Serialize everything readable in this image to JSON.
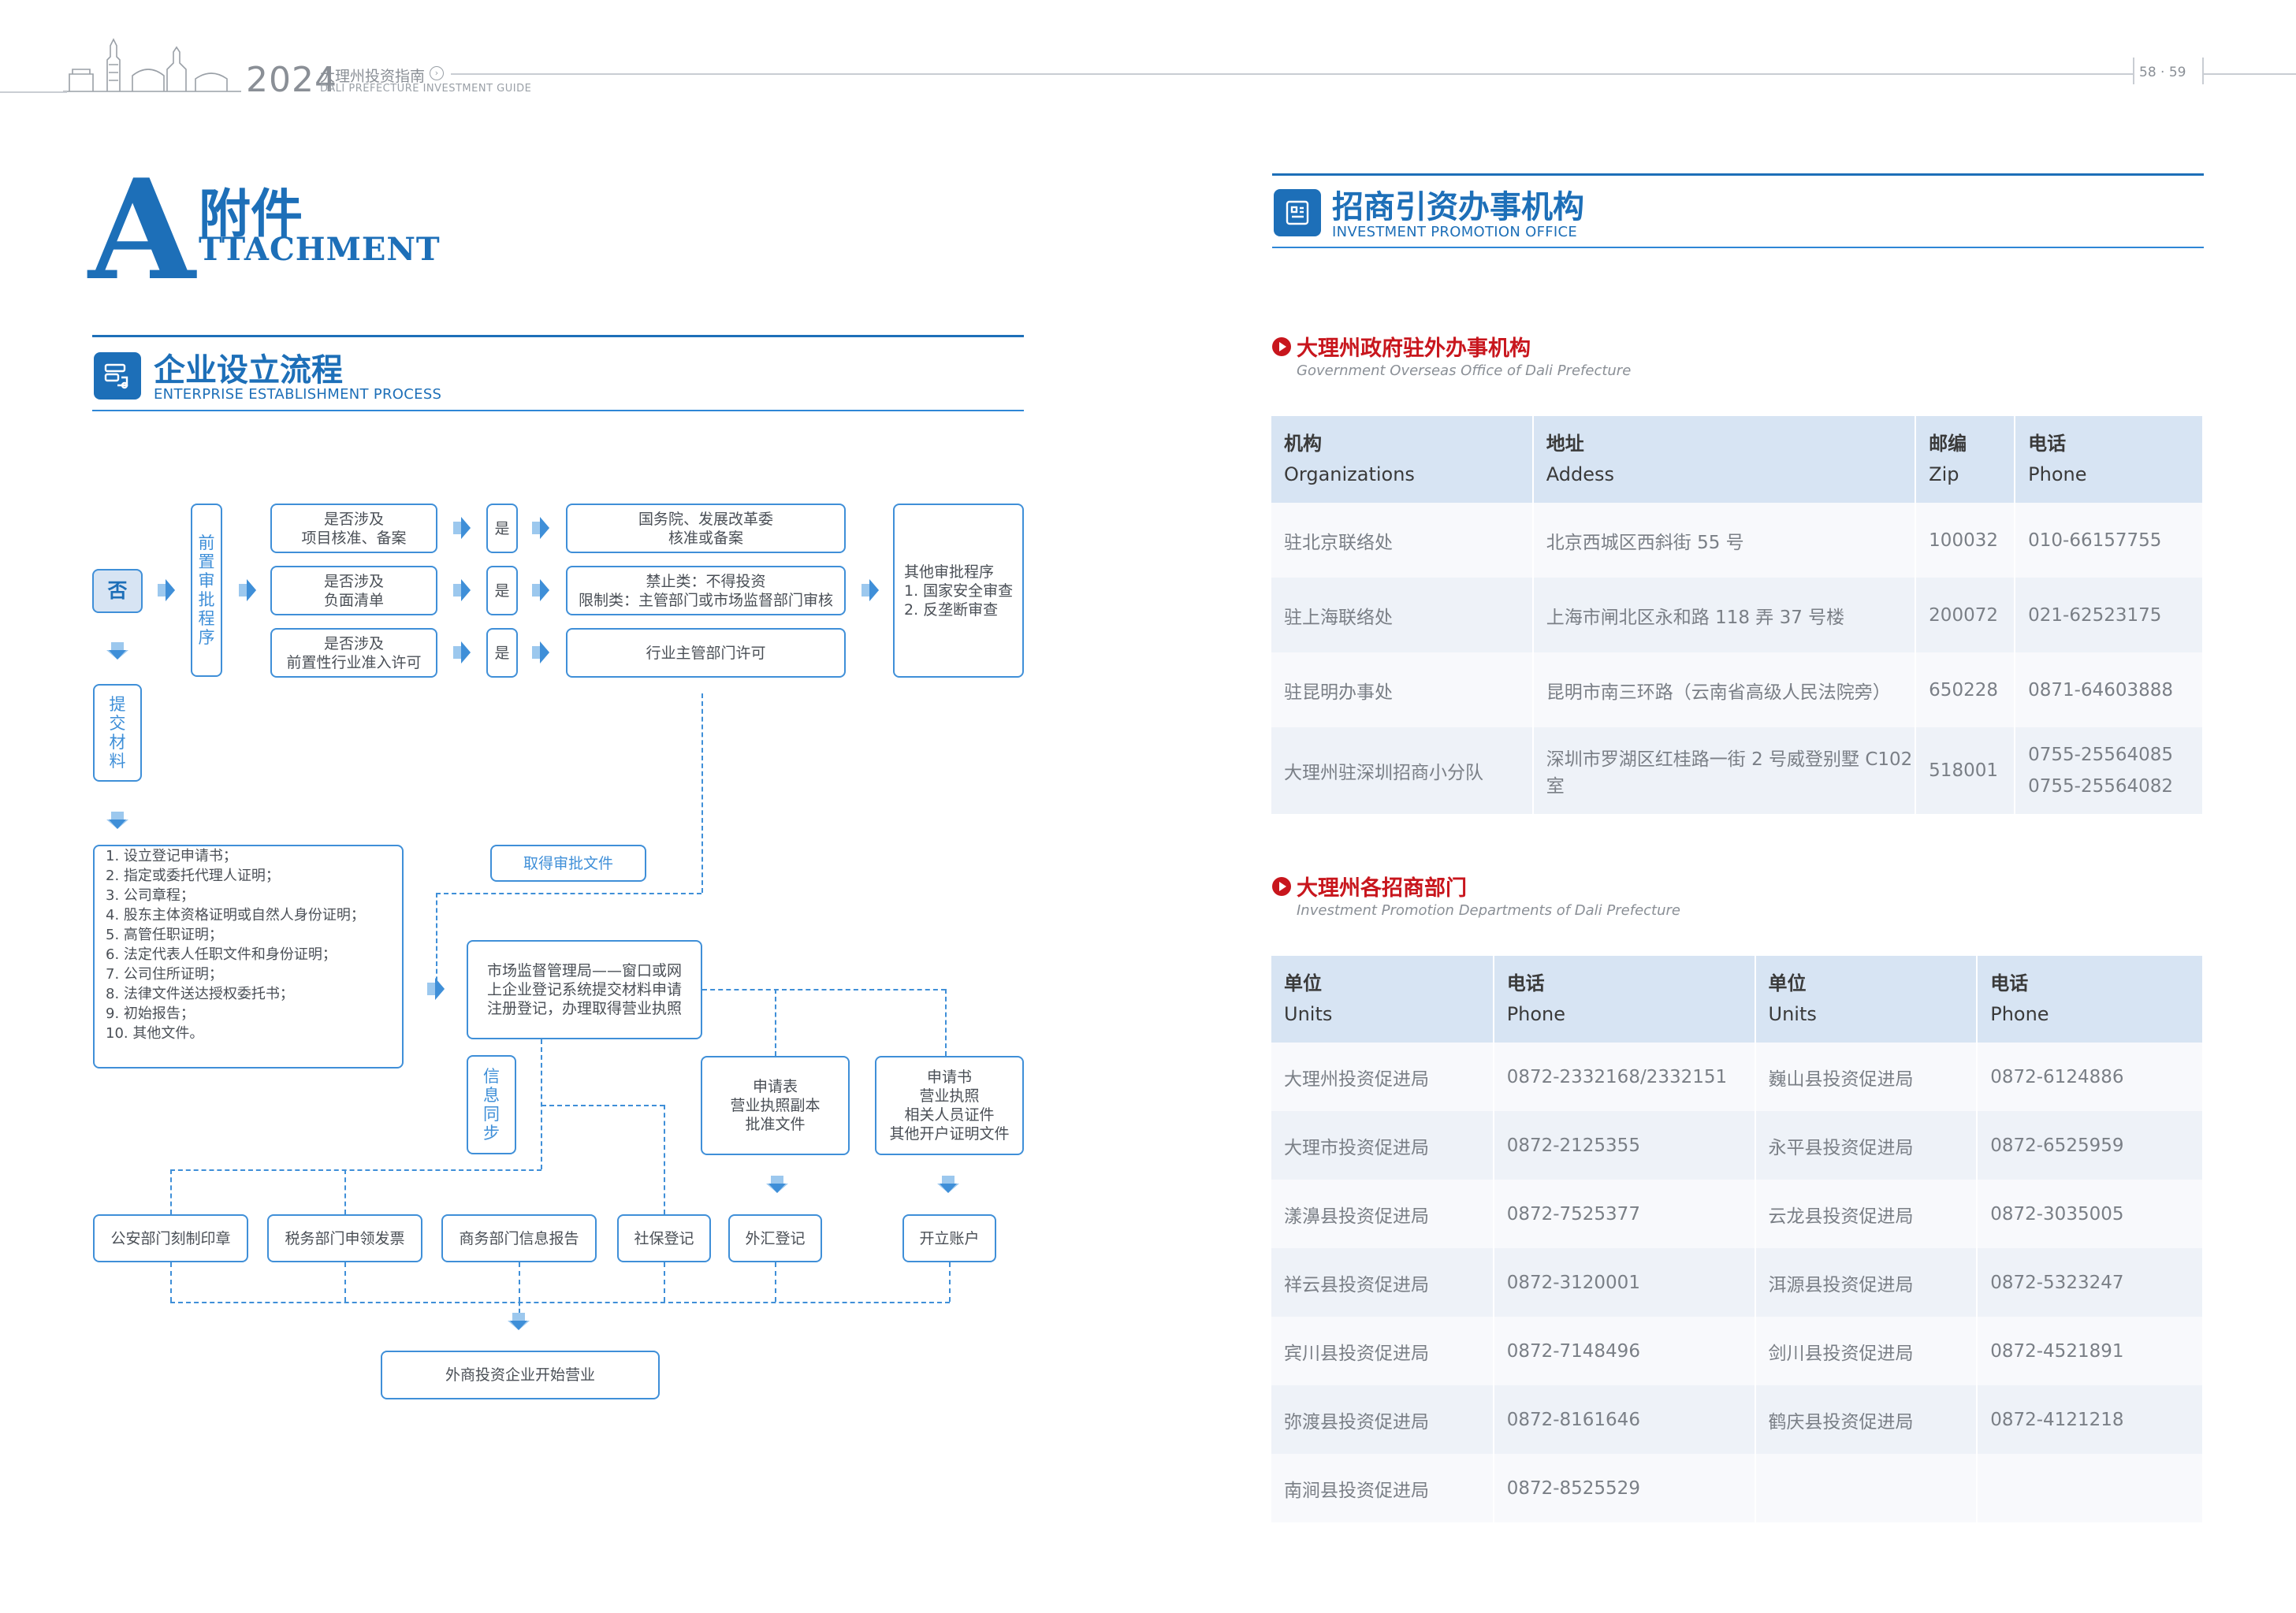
{
  "header": {
    "year": "2024",
    "guide_cn": "大理州投资指南",
    "guide_en": "DALI PREFECTURE INVESTMENT GUIDE",
    "page_numbers": "58 · 59"
  },
  "title": {
    "letter": "A",
    "cn": "附件",
    "en": "TTACHMENT"
  },
  "left_section": {
    "cn": "企业设立流程",
    "en": "ENTERPRISE ESTABLISHMENT PROCESS"
  },
  "flow": {
    "no": "否",
    "pre_approval": "前置审批程序",
    "submit": "提交材料",
    "involve_1": [
      "是否涉及",
      "项目核准、备案"
    ],
    "involve_2": [
      "是否涉及",
      "负面清单"
    ],
    "involve_3": [
      "是否涉及",
      "前置性行业准入许可"
    ],
    "yes": "是",
    "result_1": [
      "国务院、发展改革委",
      "核准或备案"
    ],
    "result_2": [
      "禁止类：不得投资",
      "限制类：主管部门或市场监督部门审核"
    ],
    "result_3": "行业主管部门许可",
    "other_approval": [
      "其他审批程序",
      "1. 国家安全审查",
      "2. 反垄断审查"
    ],
    "materials": [
      "1. 设立登记申请书；",
      "2. 指定或委托代理人证明；",
      "3. 公司章程；",
      "4. 股东主体资格证明或自然人身份证明；",
      "5. 高管任职证明；",
      "6. 法定代表人任职文件和身份证明；",
      "7. 公司住所证明；",
      "8. 法律文件送达授权委托书；",
      "9. 初始报告；",
      "10. 其他文件。"
    ],
    "obtain_approval": "取得审批文件",
    "market_bureau": [
      "市场监督管理局——窗口或网",
      "上企业登记系统提交材料申请",
      "注册登记，办理取得营业执照"
    ],
    "info_sync": "信息同步",
    "forex_docs": [
      "申请表",
      "营业执照副本",
      "批准文件"
    ],
    "bank_docs": [
      "申请书",
      "营业执照",
      "相关人员证件",
      "其他开户证明文件"
    ],
    "police": "公安部门刻制印章",
    "tax": "税务部门申领发票",
    "commerce": "商务部门信息报告",
    "social": "社保登记",
    "forex": "外汇登记",
    "bank": "开立账户",
    "final": "外商投资企业开始营业"
  },
  "right_section": {
    "cn": "招商引资办事机构",
    "en": "INVESTMENT PROMOTION OFFICE"
  },
  "table1": {
    "title_cn": "大理州政府驻外办事机构",
    "title_en": "Government Overseas Office of Dali Prefecture",
    "headers": [
      {
        "cn": "机构",
        "en": "Organizations"
      },
      {
        "cn": "地址",
        "en": "Addess"
      },
      {
        "cn": "邮编",
        "en": "Zip"
      },
      {
        "cn": "电话",
        "en": "Phone"
      }
    ],
    "rows": [
      [
        "驻北京联络处",
        "北京西城区西斜街 55 号",
        "100032",
        "010-66157755"
      ],
      [
        "驻上海联络处",
        "上海市闸北区永和路 118 弄 37 号楼",
        "200072",
        "021-62523175"
      ],
      [
        "驻昆明办事处",
        "昆明市南三环路（云南省高级人民法院旁）",
        "650228",
        "0871-64603888"
      ],
      [
        "大理州驻深圳招商小分队",
        "深圳市罗湖区红桂路一街 2 号威登别墅 C102 室",
        "518001",
        "0755-25564085"
      ]
    ],
    "row4_phone2": "0755-25564082"
  },
  "table2": {
    "title_cn": "大理州各招商部门",
    "title_en": "Investment Promotion Departments of Dali Prefecture",
    "headers": [
      {
        "cn": "单位",
        "en": "Units"
      },
      {
        "cn": "电话",
        "en": "Phone"
      },
      {
        "cn": "单位",
        "en": "Units"
      },
      {
        "cn": "电话",
        "en": "Phone"
      }
    ],
    "rows": [
      [
        "大理州投资促进局",
        "0872-2332168/2332151",
        "巍山县投资促进局",
        "0872-6124886"
      ],
      [
        "大理市投资促进局",
        "0872-2125355",
        "永平县投资促进局",
        "0872-6525959"
      ],
      [
        "漾濞县投资促进局",
        "0872-7525377",
        "云龙县投资促进局",
        "0872-3035005"
      ],
      [
        "祥云县投资促进局",
        "0872-3120001",
        "洱源县投资促进局",
        "0872-5323247"
      ],
      [
        "宾川县投资促进局",
        "0872-7148496",
        "剑川县投资促进局",
        "0872-4521891"
      ],
      [
        "弥渡县投资促进局",
        "0872-8161646",
        "鹤庆县投资促进局",
        "0872-4121218"
      ],
      [
        "南涧县投资促进局",
        "0872-8525529",
        "",
        ""
      ]
    ]
  }
}
